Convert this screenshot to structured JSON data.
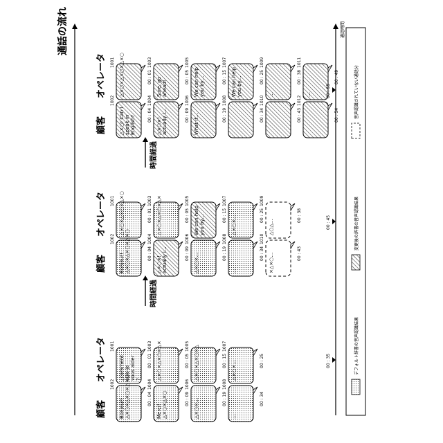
{
  "header": {
    "flow_label": "通話の流れ",
    "time_axis_label": "通話時間"
  },
  "panels": [
    {
      "customer_header": "顧客",
      "operator_header": "オペレータ",
      "rows": [
        {
          "op_ref": "1001",
          "op_text": "¿comment suis-je vous aider ?",
          "op_time": "00 : 01",
          "op_fill": "dots",
          "cu_ref": "1002",
          "cu_text": "Bonjour! △×○×△×○×△×○",
          "cu_time": "00 : 04",
          "cu_fill": "dots"
        },
        {
          "op_ref": "1003",
          "op_text": "△×○×△×○×△×",
          "op_time": "00 : 05",
          "op_fill": "dots",
          "cu_ref": "1004",
          "cu_text": "Merci! △×○×△×○",
          "cu_time": "00 : 09",
          "cu_fill": "dots"
        },
        {
          "op_ref": "1005",
          "op_text": "△×○×△×○×△",
          "op_time": "00 : 15",
          "op_fill": "dots",
          "cu_ref": "1006",
          "cu_text": "△×○×…",
          "cu_time": "00 : 19",
          "cu_fill": "dots"
        },
        {
          "op_ref": "1007",
          "op_text": "△×○×…",
          "op_time": "00 : 25",
          "op_fill": "dots",
          "cu_ref": "1008",
          "cu_text": "…",
          "cu_time": "00 : 34",
          "cu_fill": "dots"
        }
      ]
    },
    {
      "customer_header": "顧客",
      "operator_header": "オペレータ",
      "rows": [
        {
          "op_ref": "1001",
          "op_text": "△×○×△×○×△×○",
          "op_time": "00 : 01",
          "op_fill": "dots",
          "cu_ref": "1002",
          "cu_text": "Bonjour! △×○×△×○×△×○",
          "cu_time": "00 : 04",
          "cu_fill": "dots"
        },
        {
          "op_ref": "1003",
          "op_text": "△×○×△×○×△×",
          "op_time": "00 : 05",
          "op_fill": "dots",
          "cu_ref": "1004",
          "cu_text": "△×○×! actually i…",
          "cu_time": "00 : 09",
          "cu_fill": "hatch"
        },
        {
          "op_ref": "1005",
          "op_text": "We can help you by…",
          "op_time": "00 : 15",
          "op_fill": "hatch",
          "cu_ref": "1006",
          "cu_text": "△×○×…",
          "cu_time": "00 : 19",
          "cu_fill": "dots"
        },
        {
          "op_ref": "1007",
          "op_text": "△×○×…",
          "op_time": "00 : 25",
          "op_fill": "dots",
          "cu_ref": "1008",
          "cu_text": "…",
          "cu_time": "00 : 34",
          "cu_fill": "dots"
        },
        {
          "op_ref": "1009",
          "op_text": "△○△…",
          "op_time": "00 : 38",
          "op_fill": "dashed",
          "cu_ref": "1010",
          "cu_text": "×△×○…",
          "cu_time": "00 : 43",
          "cu_fill": "dashed"
        }
      ]
    },
    {
      "customer_header": "顧客",
      "operator_header": "オペレータ",
      "rows": [
        {
          "op_ref": "1001",
          "op_text": "△×○×△×○×△×○",
          "op_time": "00 : 01",
          "op_fill": "hatch",
          "cu_ref": "1002",
          "cu_text": "△×○! Can I speak in English?",
          "cu_time": "00 : 04",
          "cu_fill": "hatch"
        },
        {
          "op_ref": "1003",
          "op_text": "Sure, go ahead!",
          "op_time": "00 : 05",
          "op_fill": "hatch",
          "cu_ref": "1004",
          "cu_text": "△×○×! actually i…",
          "cu_time": "00 : 09",
          "cu_fill": "hatch"
        },
        {
          "op_ref": "1005",
          "op_text": "We can help you by…",
          "op_time": "00 : 15",
          "op_fill": "hatch",
          "cu_ref": "1006",
          "cu_text": "What if…",
          "cu_time": "00 : 19",
          "cu_fill": "hatch"
        },
        {
          "op_ref": "1007",
          "op_text": "We can help you by…",
          "op_time": "00 : 25",
          "op_fill": "hatch",
          "cu_ref": "1008",
          "cu_text": "",
          "cu_time": "00 : 34",
          "cu_fill": "hatch"
        },
        {
          "op_ref": "1009",
          "op_text": "…",
          "op_time": "00 : 38",
          "op_fill": "hatch",
          "cu_ref": "1010",
          "cu_text": "",
          "cu_time": "00 : 43",
          "cu_fill": "hatch"
        },
        {
          "op_ref": "1011",
          "op_text": "…",
          "op_time": "00 : 49",
          "op_fill": "hatch",
          "cu_ref": "1012",
          "cu_text": "",
          "cu_time": "00 : 54",
          "cu_fill": "hatch"
        }
      ]
    }
  ],
  "time_passage_label": "時間経過",
  "timeline": {
    "ticks": [
      "00 : 35",
      "00 : 45",
      "00 : 55"
    ]
  },
  "legend": {
    "items": [
      {
        "label": "デフォルト辞書の音声認識結果",
        "fill": "dots"
      },
      {
        "label": "変更後の辞書の音声認識結果",
        "fill": "hatch"
      },
      {
        "label": "音声認識されていない通話分",
        "fill": "dashed"
      }
    ]
  }
}
